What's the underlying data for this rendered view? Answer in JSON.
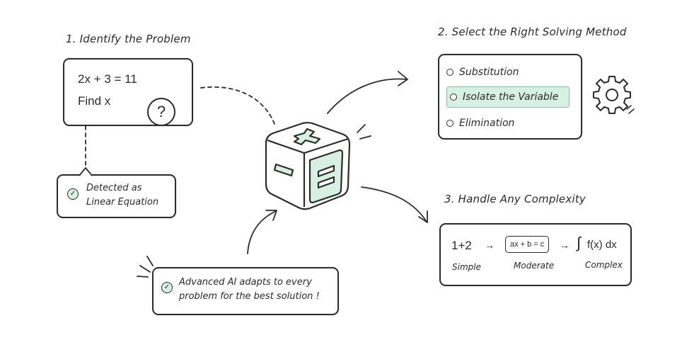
{
  "step1": {
    "heading": "1. Identify the Problem",
    "equation": "2x + 3 = 11",
    "task": "Find x",
    "question_mark": "?",
    "detected_line1": "Detected as",
    "detected_line2": "Linear Equation"
  },
  "step2": {
    "heading": "2. Select the Right Solving Method",
    "methods": [
      "Substitution",
      "Isolate the Variable",
      "Elimination"
    ],
    "selected_index": 1
  },
  "step3": {
    "heading": "3. Handle Any Complexity",
    "levels": [
      {
        "expr": "1+2",
        "label": "Simple"
      },
      {
        "expr": "ax + b = c",
        "label": "Moderate"
      },
      {
        "expr": "f(x) dx",
        "label": "Complex"
      }
    ],
    "arrow": "→",
    "integral": "∫"
  },
  "ai_note": {
    "line1": "Advanced AI adapts to every",
    "line2": "problem for the best solution !"
  },
  "colors": {
    "ink": "#2b2b2b",
    "accent": "#d7f0e3",
    "accent_border": "#7fc4a0"
  }
}
